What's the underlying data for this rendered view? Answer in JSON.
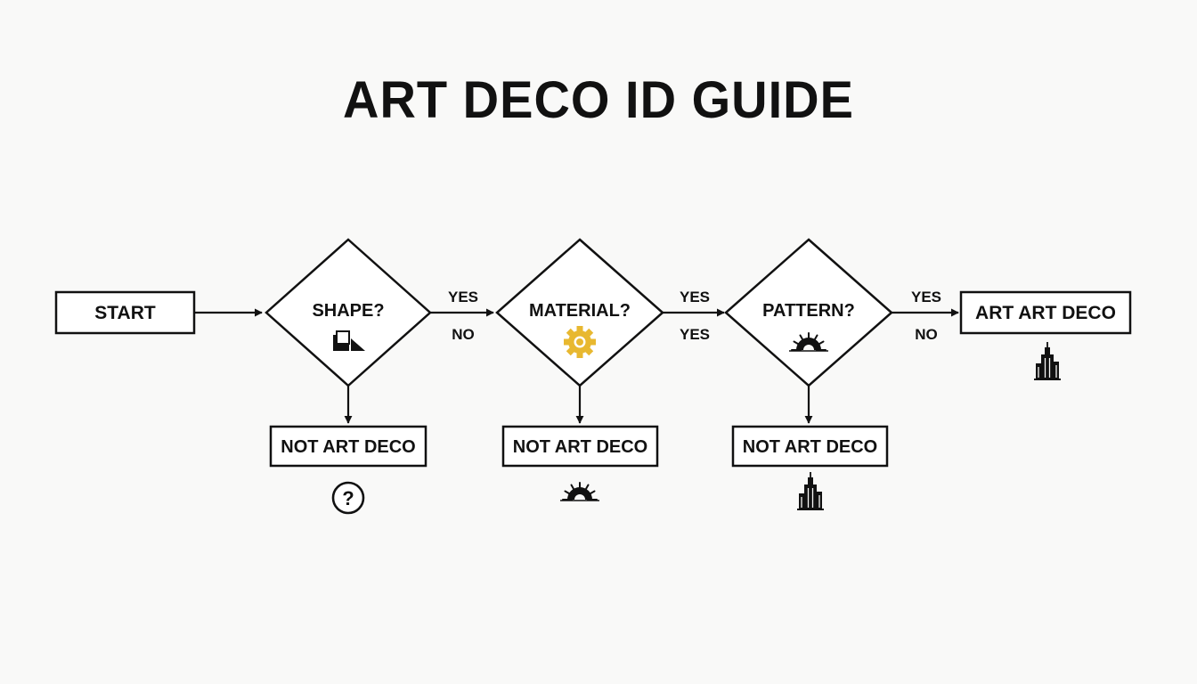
{
  "title": "ART DECO ID GUIDE",
  "nodes": {
    "start": "START",
    "q_shape": "SHAPE?",
    "q_material": "MATERIAL?",
    "q_pattern": "PATTERN?",
    "result": "ART ART DECO",
    "no_shape": "NOT ART DECO",
    "no_material": "NOT ART DECO",
    "no_pattern": "NOT ART DECO"
  },
  "edge_labels": {
    "shape_to_material_top": "YES",
    "shape_to_material_bottom": "NO",
    "material_to_pattern_top": "YES",
    "material_to_pattern_bottom": "YES",
    "pattern_to_result_top": "YES",
    "pattern_to_result_bottom": "NO"
  },
  "icons": {
    "shape": "geometric-shapes-icon",
    "material": "gear-icon",
    "pattern": "sunburst-icon",
    "result": "skyscraper-icon",
    "no_shape": "question-mark-icon",
    "no_material": "sunburst-icon",
    "no_pattern": "skyscraper-icon"
  },
  "colors": {
    "stroke": "#111111",
    "gear": "#e8b830",
    "background": "#f9f9f8"
  }
}
